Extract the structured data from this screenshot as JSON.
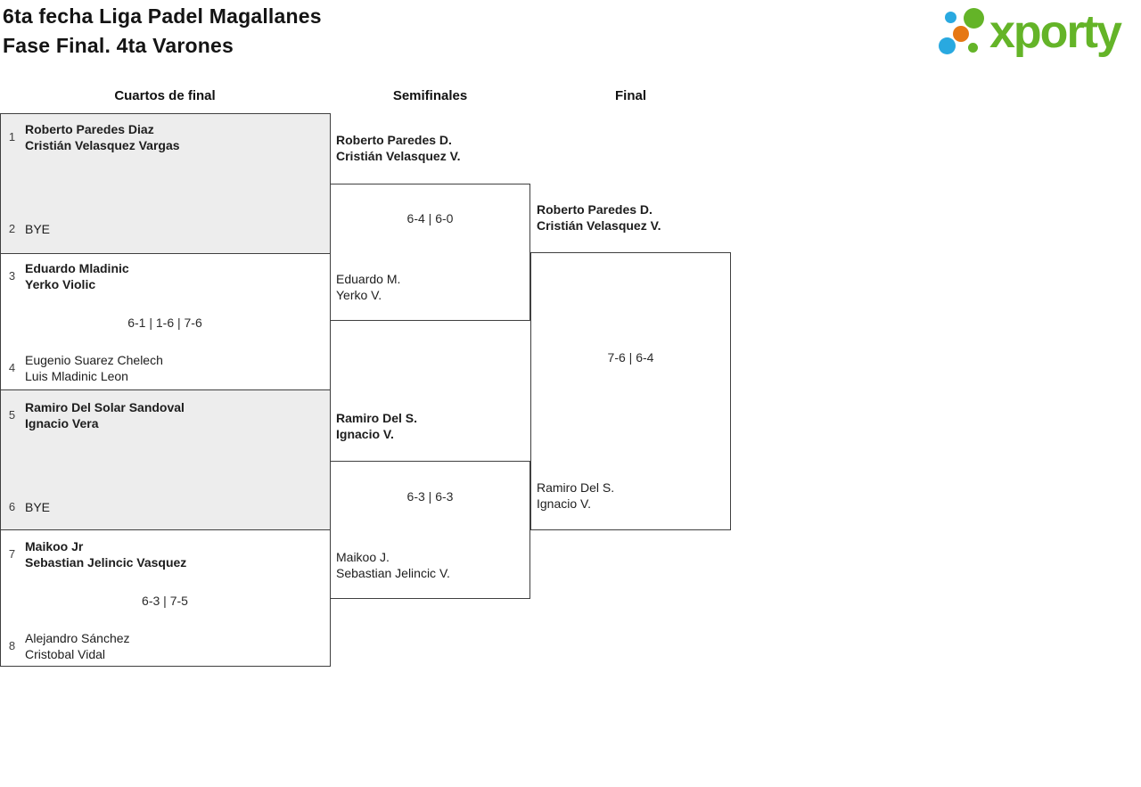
{
  "header": {
    "title_line1": "6ta fecha Liga Padel Magallanes",
    "title_line2": "Fase Final. 4ta Varones"
  },
  "logo": {
    "text": "xporty",
    "colors": {
      "green": "#64b428",
      "blue": "#29a9e0",
      "orange": "#e67814"
    }
  },
  "round_headers": [
    "Cuartos de final",
    "Semifinales",
    "Final"
  ],
  "bracket": {
    "quarterfinals": [
      {
        "seed_top": "1",
        "top": {
          "line1": "Roberto Paredes Diaz",
          "line2": "Cristián Velasquez Vargas",
          "winner": true
        },
        "score": "",
        "seed_bottom": "2",
        "bottom": {
          "line1": "BYE",
          "line2": "",
          "winner": false
        }
      },
      {
        "seed_top": "3",
        "top": {
          "line1": "Eduardo Mladinic",
          "line2": "Yerko Violic",
          "winner": true
        },
        "score": "6-1 | 1-6 | 7-6",
        "seed_bottom": "4",
        "bottom": {
          "line1": "Eugenio Suarez Chelech",
          "line2": "Luis Mladinic Leon",
          "winner": false
        }
      },
      {
        "seed_top": "5",
        "top": {
          "line1": "Ramiro Del Solar Sandoval",
          "line2": "Ignacio Vera",
          "winner": true
        },
        "score": "",
        "seed_bottom": "6",
        "bottom": {
          "line1": "BYE",
          "line2": "",
          "winner": false
        }
      },
      {
        "seed_top": "7",
        "top": {
          "line1": "Maikoo Jr",
          "line2": "Sebastian Jelincic Vasquez",
          "winner": true
        },
        "score": "6-3 | 7-5",
        "seed_bottom": "8",
        "bottom": {
          "line1": "Alejandro Sánchez",
          "line2": "Cristobal Vidal",
          "winner": false
        }
      }
    ],
    "semifinals": [
      {
        "top": {
          "line1": "Roberto Paredes D.",
          "line2": "Cristián Velasquez V.",
          "winner": true
        },
        "score": "6-4 | 6-0",
        "bottom": {
          "line1": "Eduardo M.",
          "line2": "Yerko V.",
          "winner": false
        }
      },
      {
        "top": {
          "line1": "Ramiro Del S.",
          "line2": "Ignacio V.",
          "winner": true
        },
        "score": "6-3 | 6-3",
        "bottom": {
          "line1": "Maikoo J.",
          "line2": "Sebastian Jelincic V.",
          "winner": false
        }
      }
    ],
    "final": {
      "top": {
        "line1": "Roberto Paredes D.",
        "line2": "Cristián Velasquez V.",
        "winner": true
      },
      "score": "7-6 | 6-4",
      "bottom": {
        "line1": "Ramiro Del S.",
        "line2": "Ignacio V.",
        "winner": false
      }
    }
  },
  "colors": {
    "block_gray": "#ededed",
    "line": "#3f3f3f"
  }
}
